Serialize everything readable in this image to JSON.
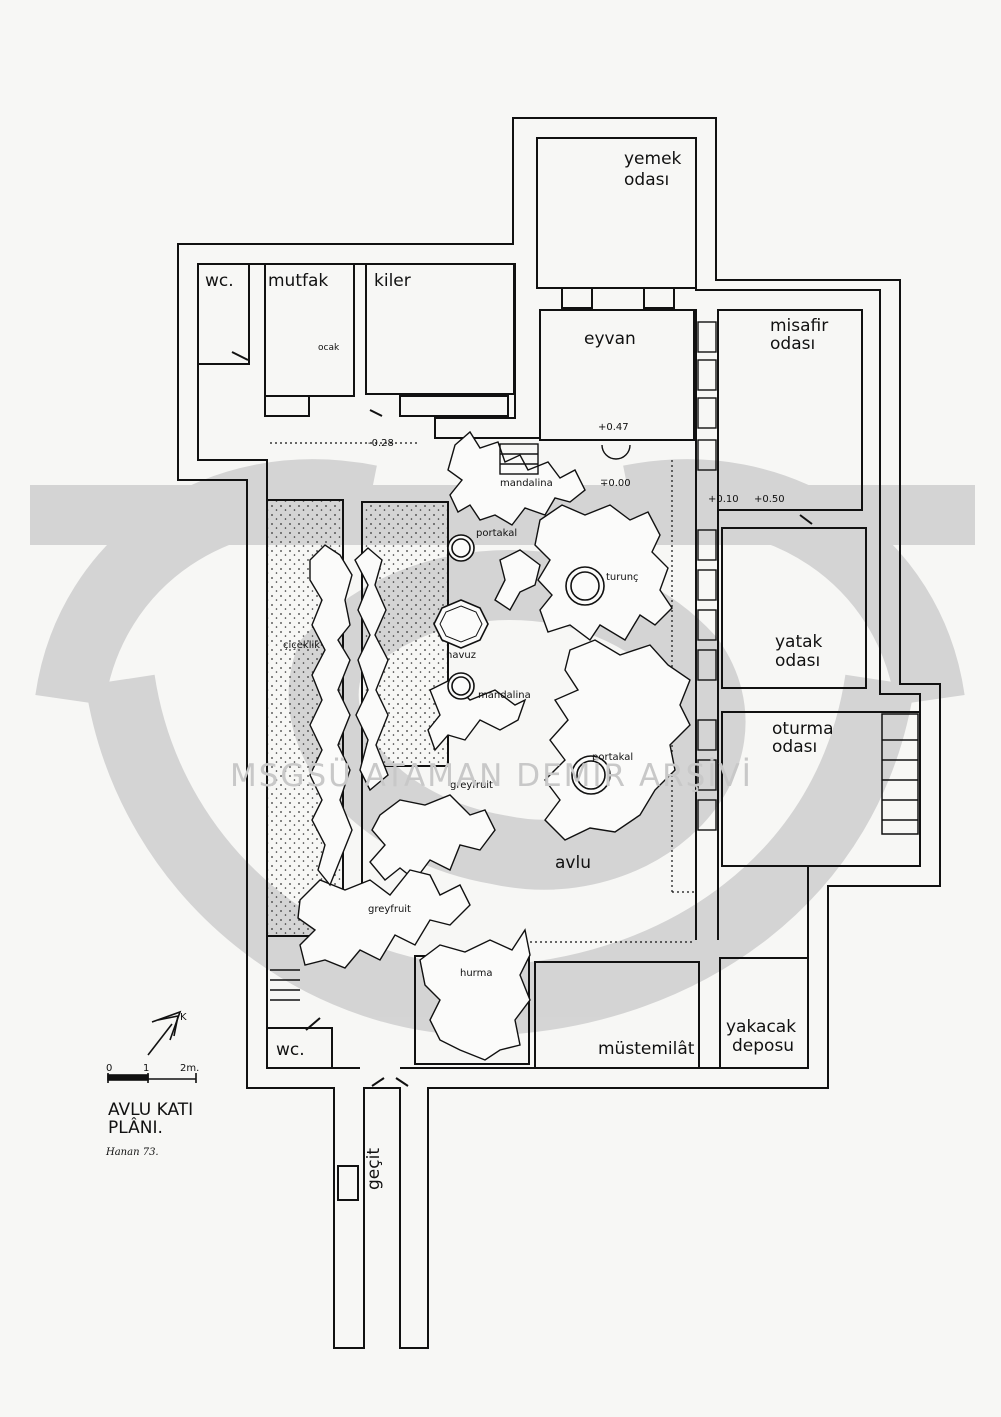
{
  "rooms": {
    "wc_top": "wc.",
    "mutfak": "mutfak",
    "kiler": "kiler",
    "yemek_line1": "yemek",
    "yemek_line2": "odası",
    "eyvan": "eyvan",
    "misafir_line1": "misafir",
    "misafir_line2": "odası",
    "yatak_line1": "yatak",
    "yatak_line2": "odası",
    "oturma_line1": "oturma",
    "oturma_line2": "odası",
    "avlu": "avlu",
    "mustemilat": "müstemilât",
    "yakacak_line1": "yakacak",
    "yakacak_line2": "deposu",
    "wc_bottom": "wc.",
    "gecit": "geçit",
    "ocak": "ocak",
    "cicek": "çiçeklik"
  },
  "trees": {
    "mandalina_top": "mandalina",
    "portakal_top": "portakal",
    "turunc": "turunç",
    "havuz": "havuz",
    "mandalina_mid": "mandalina",
    "portakal_mid": "portakal",
    "greyfruit_top": "greyfruit",
    "greyfruit_bottom": "greyfruit",
    "hurma": "hurma"
  },
  "levels": {
    "l1": "-0.28",
    "l2": "+0.47",
    "l3": "∓0.00",
    "l4": "+0.10",
    "l5": "+0.50"
  },
  "scale": {
    "s0": "0",
    "s1": "1",
    "s2": "2m."
  },
  "north": "K",
  "title": {
    "line1": "AVLU KATI",
    "line2": "PLÂNI."
  },
  "signature": "Hanan 73.",
  "watermark": "MSGSÜ ATAMAN DEMİR ARŞİVİ",
  "colors": {
    "wall": "#111111",
    "paper": "#f7f7f5",
    "watermark": "#c8c8c8"
  },
  "icons": {
    "north": "north-arrow-icon"
  }
}
